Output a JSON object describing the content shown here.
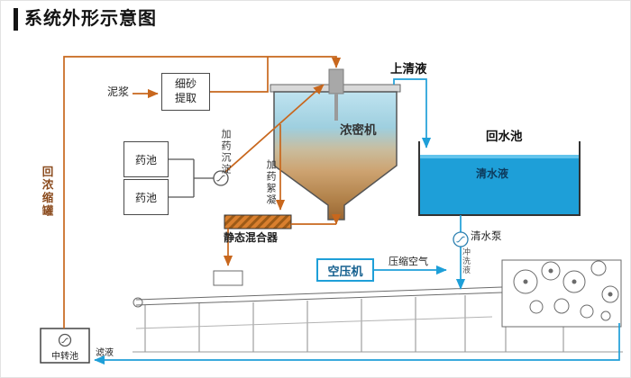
{
  "title": "系统外形示意图",
  "colors": {
    "line_orange": "#c8671d",
    "line_blue": "#1e9fd8",
    "water_blue": "#1e9fd8",
    "mixer_orange": "#d97f2e",
    "thickener_top": "#bfe3f0",
    "thickener_bottom": "#996633"
  },
  "labels": {
    "slurry": "泥浆",
    "sand_extraction": "细砂提取",
    "supernatant": "上清液",
    "thickener": "浓密机",
    "return_pool": "回水池",
    "clear_water": "清水液",
    "chem_tank_1": "药池",
    "chem_tank_2": "药池",
    "dosing_sediment": "加药沉淀",
    "dosing_flocculation": "加药絮凝",
    "static_mixer": "静态混合器",
    "return_concentrator": "回浓缩罐",
    "transfer_pool": "中转池",
    "air_compressor": "空压机",
    "compressed_air": "压缩空气",
    "clear_water_pump": "清水泵",
    "flush_liquid": "冲洗液",
    "filtrate": "滤液"
  }
}
